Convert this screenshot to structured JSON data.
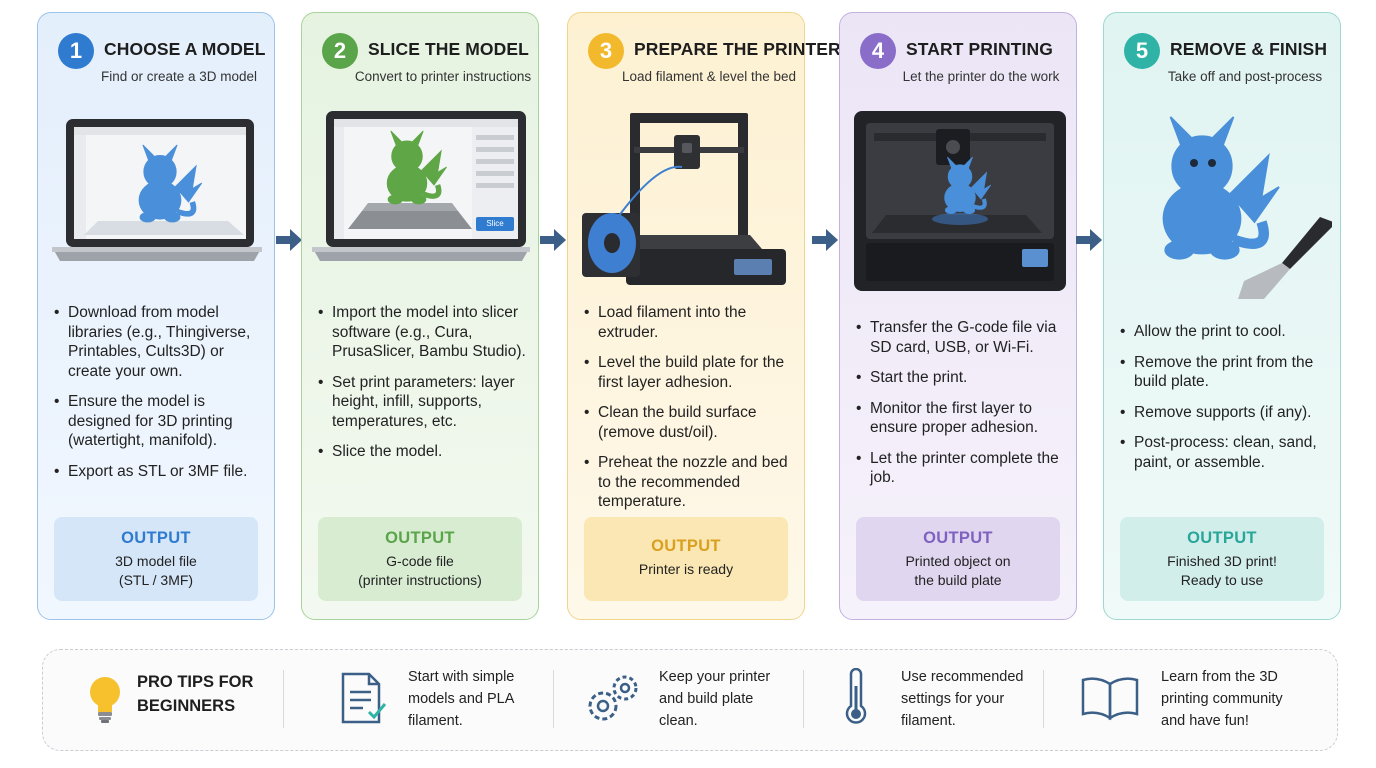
{
  "steps": [
    {
      "number": "1",
      "title": "CHOOSE A MODEL",
      "subtitle": "Find or create a 3D model",
      "bullets": [
        "Download from model libraries (e.g., Thingiverse, Printables, Cults3D) or create your own.",
        "Ensure the model is designed for 3D printing (watertight, manifold).",
        "Export as STL or 3MF file."
      ],
      "output_label": "OUTPUT",
      "output_text": "3D model file\n(STL / 3MF)"
    },
    {
      "number": "2",
      "title": "SLICE THE MODEL",
      "subtitle": "Convert to printer instructions",
      "slice_button": "Slice",
      "bullets": [
        "Import the model into slicer software (e.g., Cura, PrusaSlicer, Bambu Studio).",
        "Set print parameters: layer height, infill, supports, temperatures, etc.",
        "Slice the model."
      ],
      "output_label": "OUTPUT",
      "output_text": "G-code file\n(printer instructions)"
    },
    {
      "number": "3",
      "title": "PREPARE THE PRINTER",
      "subtitle": "Load filament & level the bed",
      "bullets": [
        "Load filament into the extruder.",
        "Level the build plate for the first layer adhesion.",
        "Clean the build surface (remove dust/oil).",
        "Preheat the nozzle and bed to the recommended temperature."
      ],
      "output_label": "OUTPUT",
      "output_text": "Printer is ready"
    },
    {
      "number": "4",
      "title": "START PRINTING",
      "subtitle": "Let the printer do the work",
      "bullets": [
        "Transfer the G-code file via SD card, USB, or Wi-Fi.",
        "Start the print.",
        "Monitor the first layer to ensure proper adhesion.",
        "Let the printer complete the job."
      ],
      "output_label": "OUTPUT",
      "output_text": "Printed object on\nthe build plate"
    },
    {
      "number": "5",
      "title": "REMOVE & FINISH",
      "subtitle": "Take off and post-process",
      "bullets": [
        "Allow the print to cool.",
        "Remove the print from the build plate.",
        "Remove supports (if any).",
        "Post-process: clean, sand, paint, or assemble."
      ],
      "output_label": "OUTPUT",
      "output_text": "Finished 3D print!\nReady to use"
    }
  ],
  "tips": {
    "title": "PRO TIPS FOR BEGINNERS",
    "icon": "lightbulb-icon",
    "items": [
      {
        "icon": "checklist-icon",
        "text": "Start with simple models and PLA filament."
      },
      {
        "icon": "gears-icon",
        "text": "Keep your printer and build plate clean."
      },
      {
        "icon": "thermometer-icon",
        "text": "Use recommended settings for your filament."
      },
      {
        "icon": "book-icon",
        "text": "Learn from the 3D printing community and have fun!"
      }
    ]
  },
  "colors": {
    "step1": "#2f7bd0",
    "step2": "#5aa549",
    "step3": "#f3b92c",
    "step4": "#8a6dc8",
    "step5": "#2fb3a6",
    "arrow": "#3b5f86",
    "model_blue": "#4a8fd9",
    "model_green": "#5fa647"
  }
}
